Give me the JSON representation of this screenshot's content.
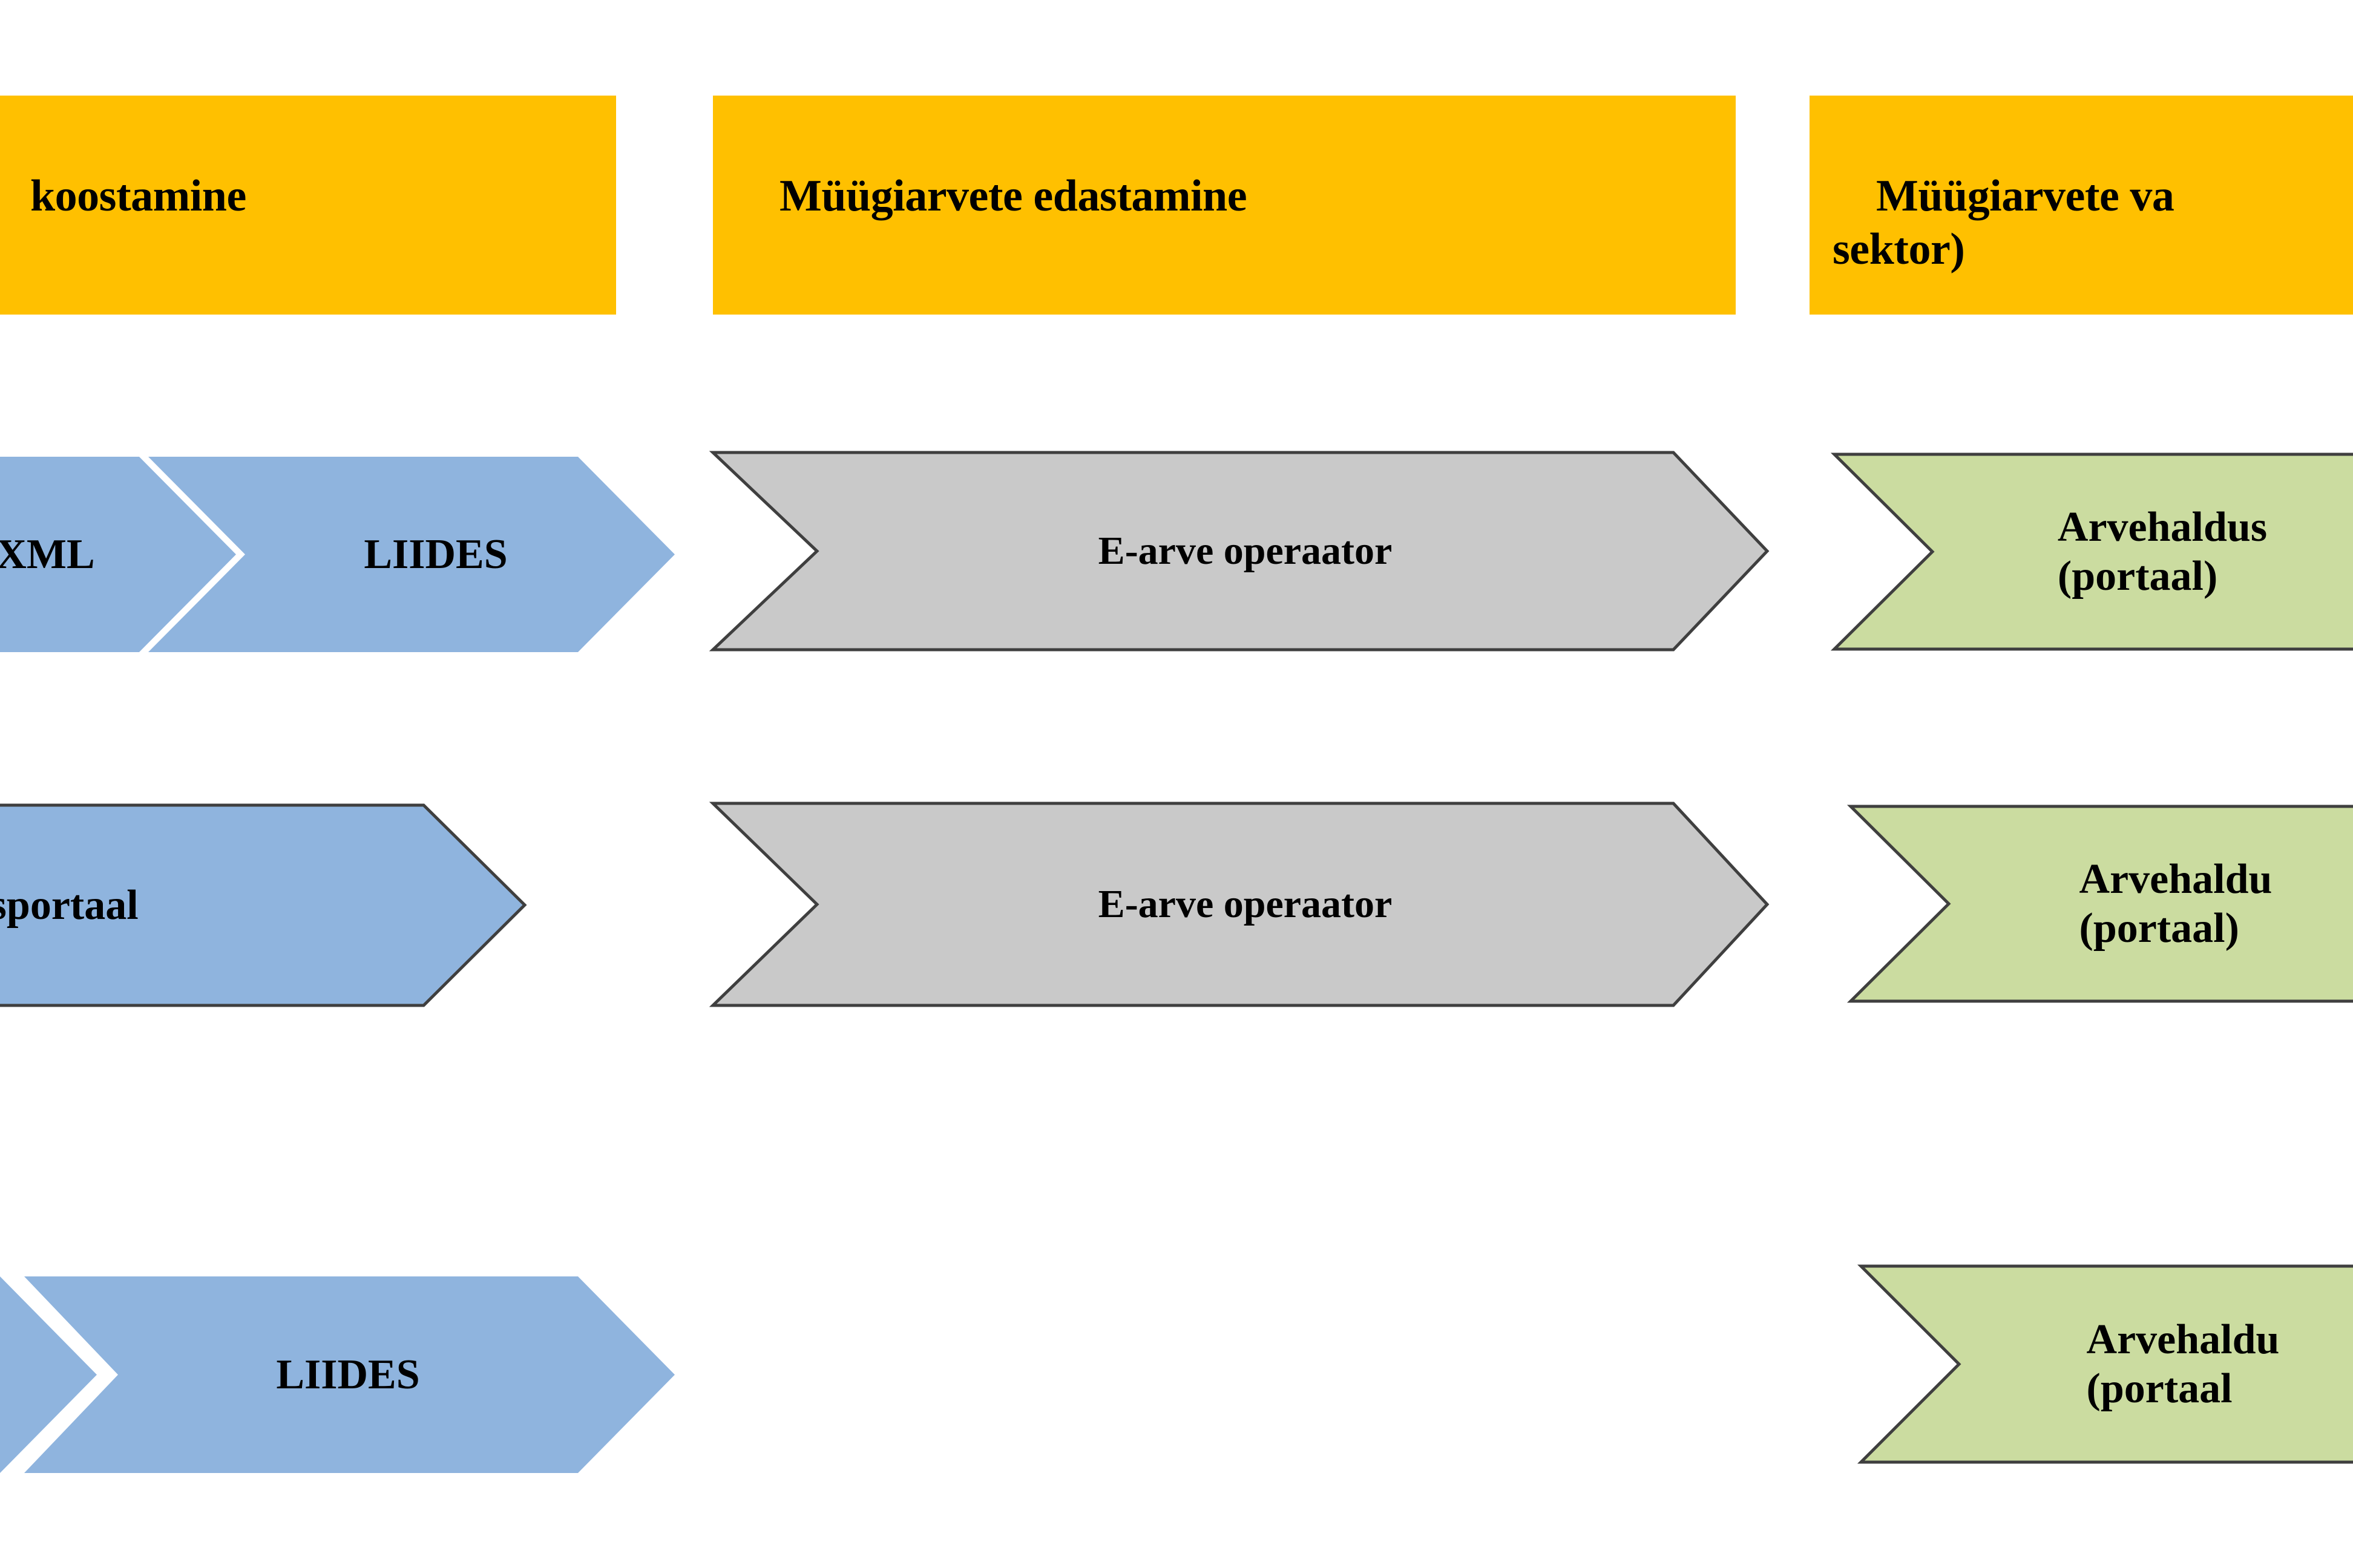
{
  "diagram": {
    "title_row": {
      "headers": [
        {
          "id": "header-koostamine",
          "text": "koostamine",
          "clipped_left": true
        },
        {
          "id": "header-edastamine",
          "text": "Müügiarvete edastamine",
          "clipped_left": false
        },
        {
          "id": "header-vastuvotmine",
          "text": "Müügiarvete va\nsektor)",
          "clipped_right": true
        }
      ]
    },
    "colors": {
      "header_yellow": "#FFC000",
      "blue_fill": "#8FB4DE",
      "gray_fill": "#C9C9C9",
      "green_fill": "#CBDCA0",
      "stroke_dark": "#3F3F3F",
      "text_black": "#000000",
      "background": "#FFFFFF"
    },
    "rows": [
      {
        "id": "row-1",
        "shapes": [
          {
            "id": "r1-blue-xml",
            "label": "XML",
            "color": "blue",
            "clipped_left": true,
            "bordered": false
          },
          {
            "id": "r1-blue-liides",
            "label": "LIIDES",
            "color": "blue",
            "clipped_left": false,
            "bordered": false
          },
          {
            "id": "r1-gray-op",
            "label": "E-arve operaator",
            "color": "gray",
            "clipped_left": false,
            "bordered": true
          },
          {
            "id": "r1-green-arv",
            "label": "Arvehaldus\n(portaal)",
            "color": "green",
            "clipped_right": true,
            "bordered": true
          }
        ]
      },
      {
        "id": "row-2",
        "shapes": [
          {
            "id": "r2-blue-portaal",
            "label": "aldusportaal",
            "color": "blue",
            "clipped_left": true,
            "bordered": true
          },
          {
            "id": "r2-gray-op",
            "label": "E-arve operaator",
            "color": "gray",
            "clipped_left": false,
            "bordered": true
          },
          {
            "id": "r2-green-arv",
            "label": "Arvehaldu\n(portaal)",
            "color": "green",
            "clipped_right": true,
            "bordered": true
          }
        ]
      },
      {
        "id": "row-3",
        "shapes": [
          {
            "id": "r3-blue-a",
            "label": "",
            "color": "blue",
            "clipped_left": true,
            "bordered": false
          },
          {
            "id": "r3-blue-liides",
            "label": "LIIDES",
            "color": "blue",
            "clipped_left": false,
            "bordered": false
          },
          {
            "id": "r3-green-arv",
            "label": "Arvehaldu\n(portaal",
            "color": "green",
            "clipped_right": true,
            "bordered": true
          }
        ]
      }
    ]
  }
}
